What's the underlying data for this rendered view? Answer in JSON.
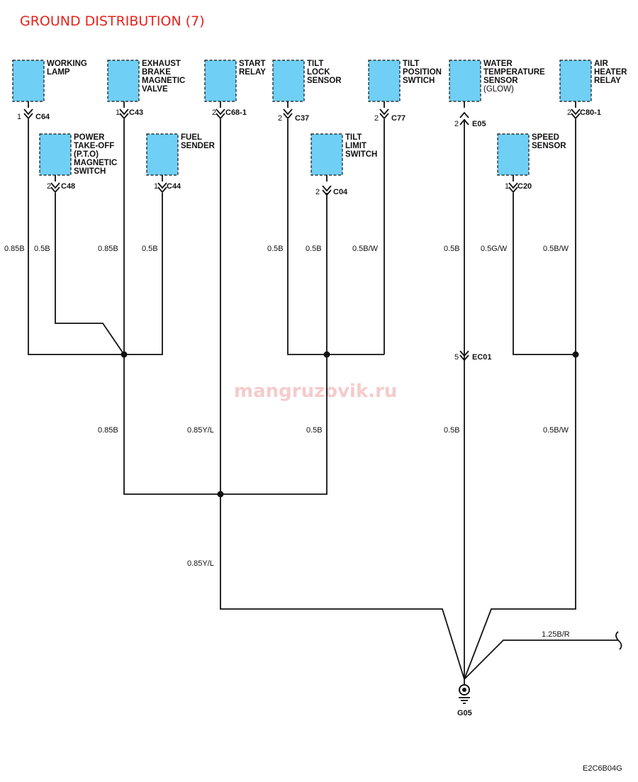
{
  "title": "GROUND DISTRIBUTION (7)",
  "watermark": "mangruzovik.ru",
  "diagram_code": "E2C6B04G",
  "components": {
    "working_lamp": [
      "WORKING",
      "LAMP"
    ],
    "exhaust_brake": [
      "EXHAUST",
      "BRAKE",
      "MAGNETIC",
      "VALVE"
    ],
    "start_relay": [
      "START",
      "RELAY"
    ],
    "tilt_lock_sensor": [
      "TILT",
      "LOCK",
      "SENSOR"
    ],
    "tilt_position_switch": [
      "TILT",
      "POSITION",
      "SWTICH"
    ],
    "water_temp_sensor": [
      "WATER",
      "TEMPERATURE",
      "SENSOR",
      "(GLOW)"
    ],
    "air_heater_relay": [
      "AIR",
      "HEATER",
      "RELAY"
    ],
    "pto_switch": [
      "POWER",
      "TAKE-OFF",
      "(P.T.O)",
      "MAGNETIC",
      "SWITCH"
    ],
    "fuel_sender": [
      "FUEL",
      "SENDER"
    ],
    "tilt_limit_switch": [
      "TILT",
      "LIMIT",
      "SWITCH"
    ],
    "speed_sensor": [
      "SPEED",
      "SENSOR"
    ]
  },
  "connectors": {
    "c64": {
      "pin": "1",
      "name": "C64"
    },
    "c43": {
      "pin": "1",
      "name": "C43"
    },
    "c68_1": {
      "pin": "2",
      "name": "C68-1"
    },
    "c37": {
      "pin": "2",
      "name": "C37"
    },
    "c77": {
      "pin": "2",
      "name": "C77"
    },
    "e05": {
      "pin": "2",
      "name": "E05"
    },
    "c80_1": {
      "pin": "2",
      "name": "C80-1"
    },
    "c48": {
      "pin": "2",
      "name": "C48"
    },
    "c44": {
      "pin": "1",
      "name": "C44"
    },
    "c04": {
      "pin": "2",
      "name": "C04"
    },
    "c20": {
      "pin": "1",
      "name": "C20"
    },
    "ec01": {
      "pin": "5",
      "name": "EC01"
    }
  },
  "wires": {
    "w_working_lamp": "0.85B",
    "w_pto": "0.5B",
    "w_exhaust": "0.85B",
    "w_fuel": "0.5B",
    "w_tilt_lock": "0.5B",
    "w_tilt_limit": "0.5B",
    "w_tilt_position": "0.5B/W",
    "w_water_temp": "0.5B",
    "w_speed": "0.5G/W",
    "w_air_heater": "0.5B/W",
    "w_left_trunk": "0.85B",
    "w_start_relay": "0.85Y/L",
    "w_mid_trunk": "0.5B",
    "w_ec01": "0.5B",
    "w_air_trunk": "0.5B/W",
    "w_main": "0.85Y/L",
    "w_extra": "1.25B/R"
  },
  "ground": {
    "name": "G05"
  },
  "colors": {
    "component_fill": "#6fcff5",
    "title": "#e8231c",
    "watermark": "#f4cccc"
  }
}
